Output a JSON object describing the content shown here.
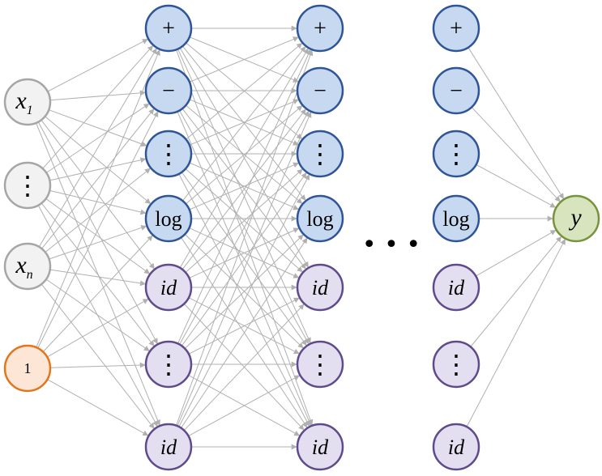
{
  "colors": {
    "input_fill": "#f2f2f2",
    "input_stroke": "#a6a6a6",
    "bias_fill": "#fde6d6",
    "bias_stroke": "#e2761c",
    "blue_fill": "#c6d9f1",
    "blue_stroke": "#2f5597",
    "purple_fill": "#e4dff0",
    "purple_stroke": "#5f4b8b",
    "output_fill": "#d7e4bd",
    "output_stroke": "#77933c",
    "edge": "#b0b0b0",
    "text": "#000000"
  },
  "inputs": [
    {
      "label": "x",
      "sub": "1",
      "style": "input"
    },
    {
      "label": "⋮",
      "sub": "",
      "style": "input"
    },
    {
      "label": "x",
      "sub": "n",
      "style": "input"
    },
    {
      "label": "1",
      "sub": "",
      "style": "bias"
    }
  ],
  "hidden_nodes": [
    {
      "label": "+",
      "style": "blue"
    },
    {
      "label": "−",
      "style": "blue"
    },
    {
      "label": "⋮",
      "style": "blue"
    },
    {
      "label": "log",
      "style": "blue"
    },
    {
      "label": "id",
      "style": "purple"
    },
    {
      "label": "⋮",
      "style": "purple"
    },
    {
      "label": "id",
      "style": "purple"
    }
  ],
  "ellipsis": "• • •",
  "output": {
    "label": "y",
    "style": "output"
  }
}
